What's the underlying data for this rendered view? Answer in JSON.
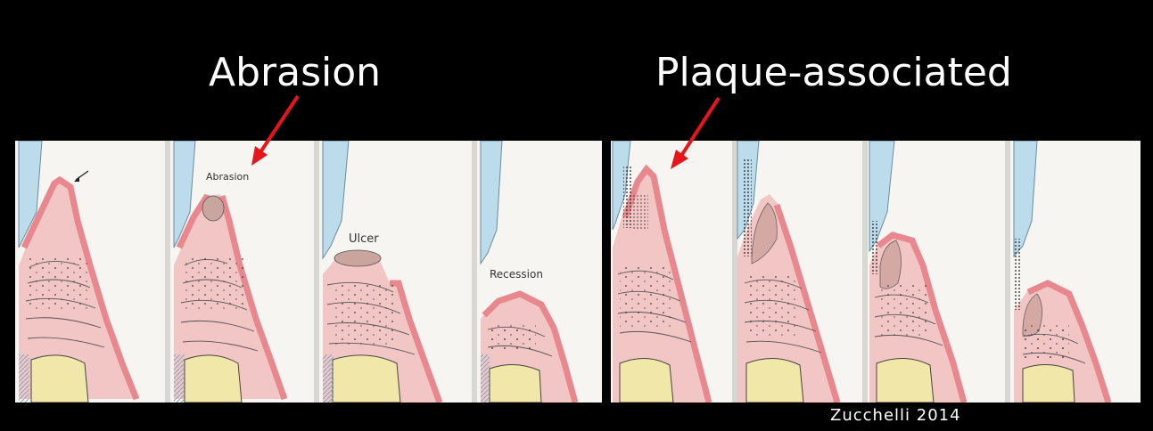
{
  "headings": {
    "left": "Abrasion",
    "right": "Plaque-associated"
  },
  "left_panel_labels": [
    "Abrasion",
    "Ulcer",
    "Recession"
  ],
  "credit": "Zucchelli 2014",
  "colors": {
    "background": "#000000",
    "heading_text": "#ffffff",
    "arrow": "#e8141b",
    "gingiva_fill": "#f2c6c4",
    "epithelium": "#e8888e",
    "tooth": "#bcdcec",
    "bone": "#f0e7a8",
    "paper": "#f4f4f1"
  }
}
